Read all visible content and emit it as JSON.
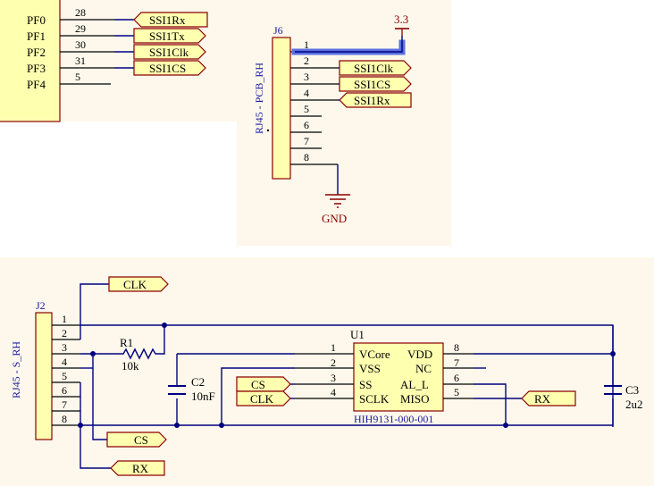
{
  "colors": {
    "sheet_bg": "#fdf8eb",
    "body_fill": "#ffffb0",
    "body_stroke": "#8b0000",
    "wire": "#000080",
    "designator": "#1a1aa0",
    "power": "#8b0000",
    "highlight": "#5a6fe0"
  },
  "mcu": {
    "pins": [
      {
        "name": "PF0",
        "number": "28"
      },
      {
        "name": "PF1",
        "number": "29"
      },
      {
        "name": "PF2",
        "number": "30"
      },
      {
        "name": "PF3",
        "number": "31"
      },
      {
        "name": "PF4",
        "number": "5"
      }
    ],
    "net_labels": [
      "SSI1Rx",
      "SSI1Tx",
      "SSI1Clk",
      "SSI1CS"
    ]
  },
  "j6": {
    "designator": "J6",
    "comment": "RJ45 - PCB_RH",
    "pins": [
      "1",
      "2",
      "3",
      "4",
      "5",
      "6",
      "7",
      "8"
    ],
    "net_labels": [
      "SSI1Clk",
      "SSI1CS",
      "SSI1Rx"
    ],
    "power_label": "3.3",
    "ground_label": "GND"
  },
  "j2": {
    "designator": "J2",
    "comment": "RJ45 - S_RH",
    "pins": [
      "1",
      "2",
      "3",
      "4",
      "5",
      "6",
      "7",
      "8"
    ],
    "net_labels": {
      "clk": "CLK",
      "cs": "CS",
      "rx": "RX"
    }
  },
  "r1": {
    "designator": "R1",
    "value": "10k"
  },
  "c2": {
    "designator": "C2",
    "value": "10nF"
  },
  "c3": {
    "designator": "C3",
    "value": "2u2"
  },
  "u1": {
    "designator": "U1",
    "part": "HIH9131-000-001",
    "left_pins": [
      {
        "number": "1",
        "name": "VCore"
      },
      {
        "number": "2",
        "name": "VSS"
      },
      {
        "number": "3",
        "name": "SS"
      },
      {
        "number": "4",
        "name": "SCLK"
      }
    ],
    "right_pins": [
      {
        "number": "8",
        "name": "VDD"
      },
      {
        "number": "7",
        "name": "NC"
      },
      {
        "number": "6",
        "name": "AL_L"
      },
      {
        "number": "5",
        "name": "MISO"
      }
    ],
    "net_labels": {
      "cs": "CS",
      "clk": "CLK",
      "rx": "RX"
    }
  }
}
